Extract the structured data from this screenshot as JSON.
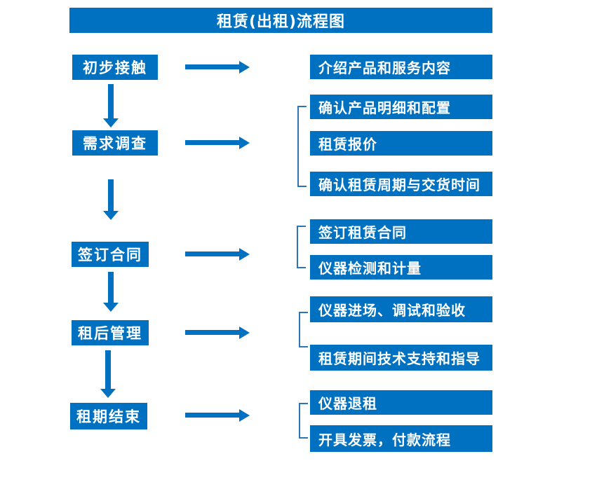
{
  "title": "租赁(出租)流程图",
  "colors": {
    "primary": "#0070C0",
    "bracket": "#2E75B6"
  },
  "steps": [
    {
      "label": "初步接触",
      "outputs": [
        "介绍产品和服务内容"
      ]
    },
    {
      "label": "需求调查",
      "outputs": [
        "确认产品明细和配置",
        "租赁报价",
        "确认租赁周期与交货时间"
      ]
    },
    {
      "label": "签订合同",
      "outputs": [
        "签订租赁合同",
        "仪器检测和计量"
      ]
    },
    {
      "label": "租后管理",
      "outputs": [
        "仪器进场、调试和验收",
        "租赁期间技术支持和指导"
      ]
    },
    {
      "label": "租期结束",
      "outputs": [
        "仪器退租",
        "开具发票，付款流程"
      ]
    }
  ]
}
